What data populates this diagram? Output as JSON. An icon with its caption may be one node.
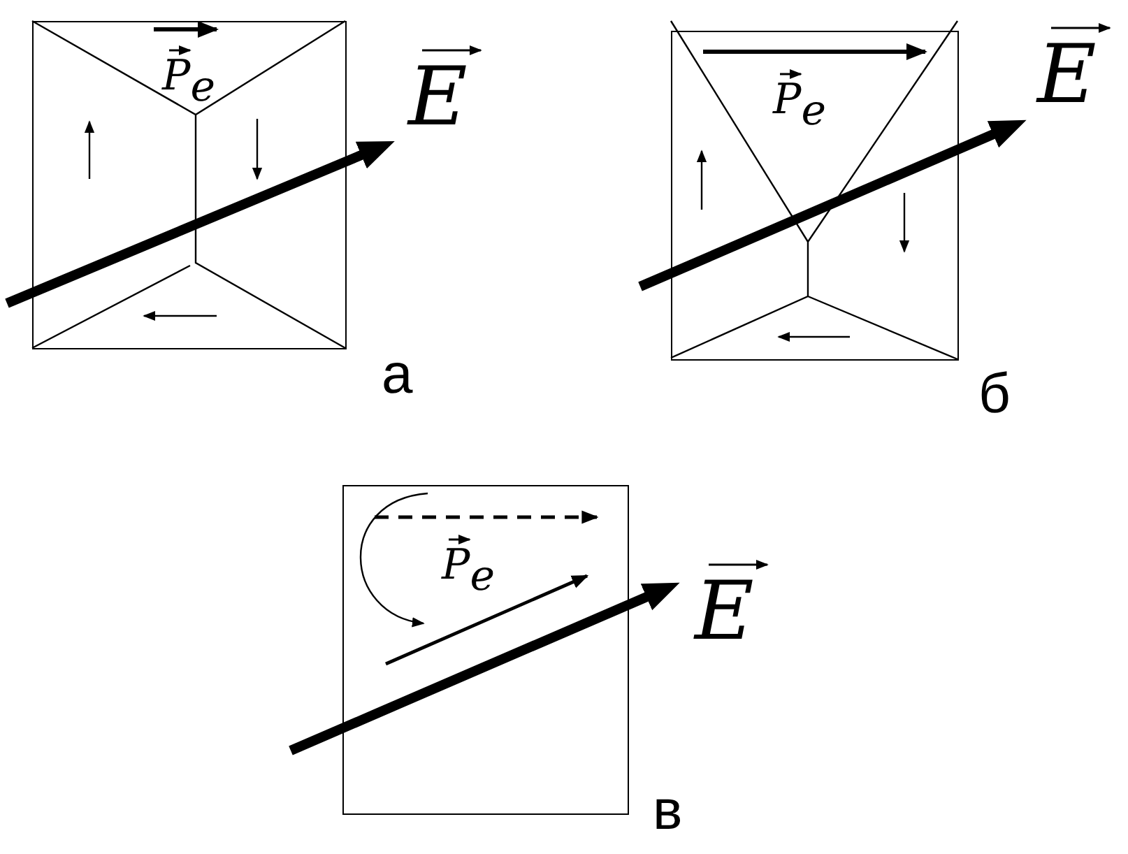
{
  "diagram": {
    "nodes": [
      {
        "text": [
          "P$_{e}$"
        ]
      },
      {
        "text": [
          "P$_{e}$"
        ]
      },
      {
        "text": [
          "P$_{e}$"
        ]
      }
    ],
    "labels": [
      "E",
      "а",
      "E",
      "б",
      "E",
      "в"
    ]
  }
}
